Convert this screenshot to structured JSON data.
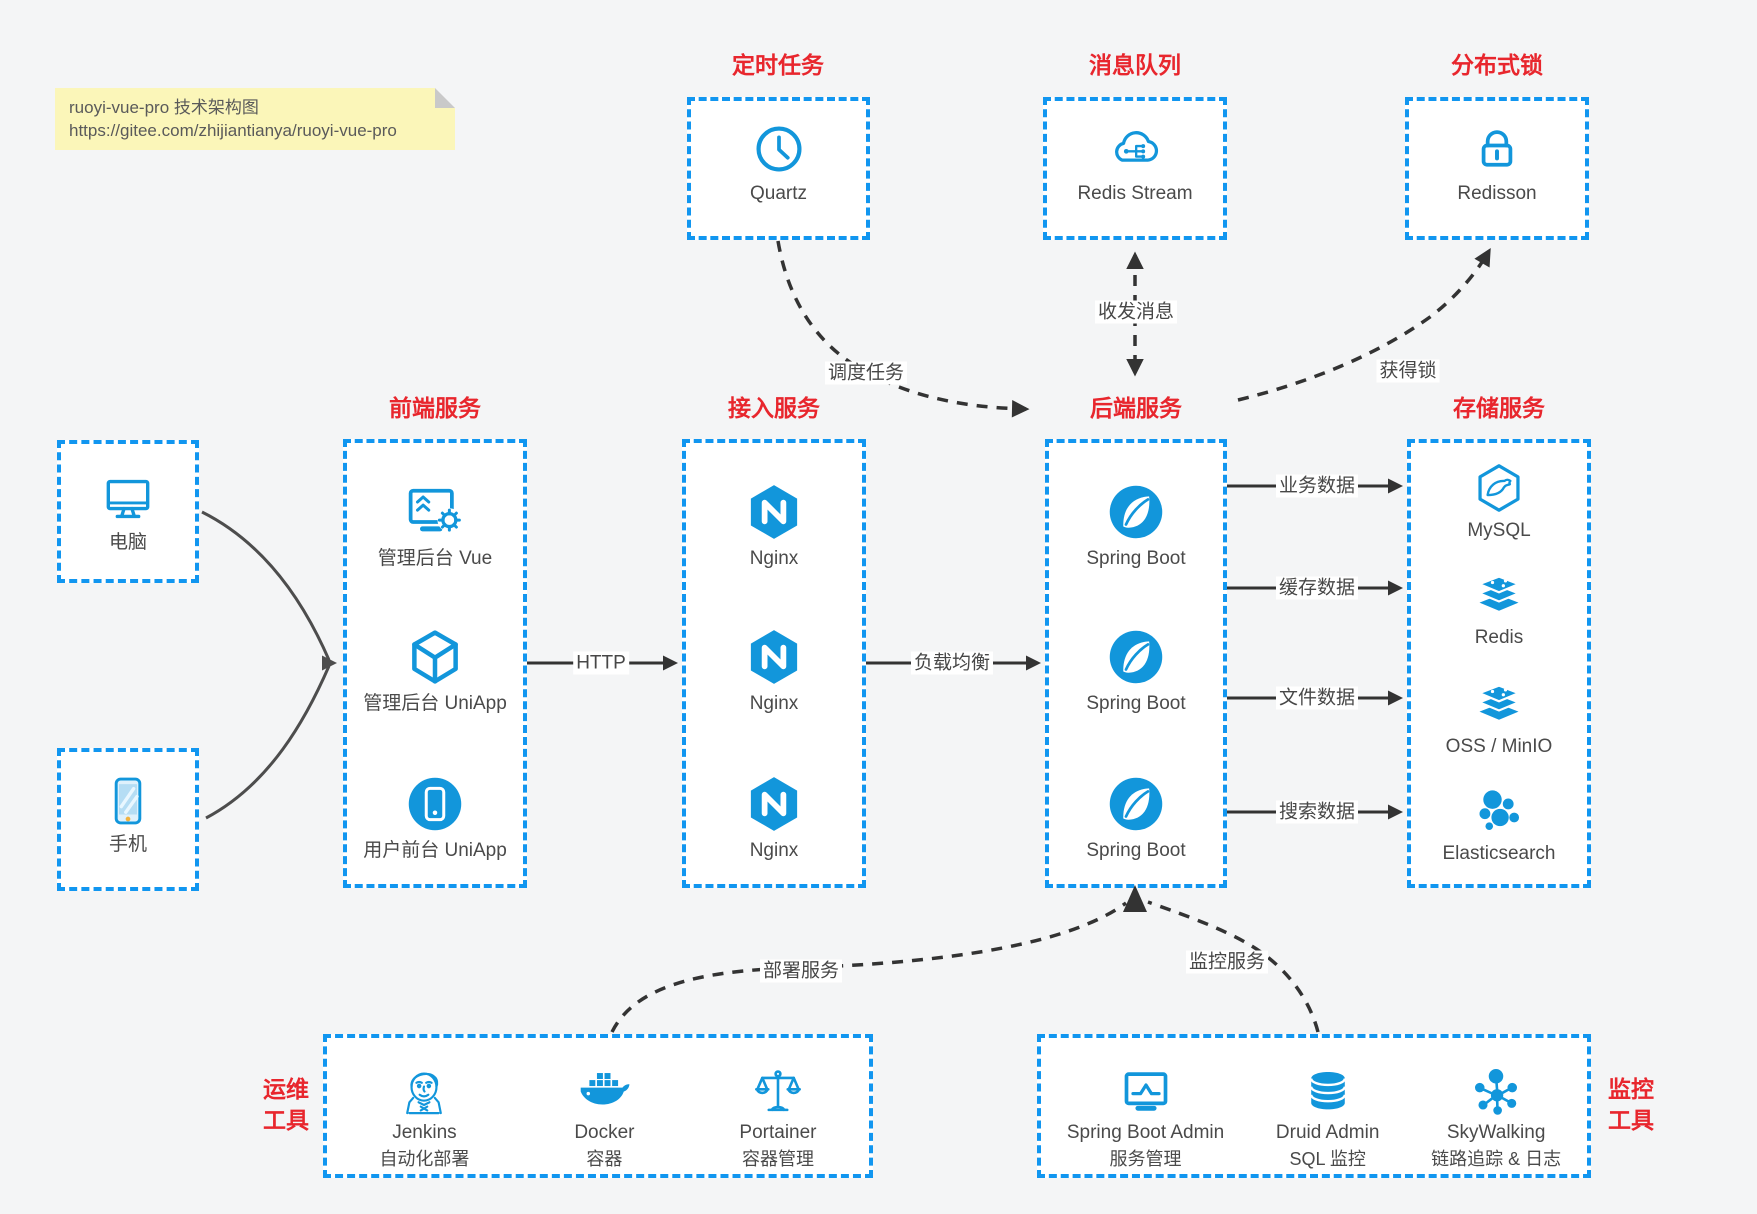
{
  "colors": {
    "accent_blue": "#1296db",
    "border_blue": "#1196f0",
    "title_red": "#e8262d",
    "arrow_dark": "#333333",
    "arrow_gray": "#4d4d4d",
    "note_bg": "#fbf6b9",
    "canvas_bg": "#f4f5f6"
  },
  "note": {
    "line1": "ruoyi-vue-pro 技术架构图",
    "line2": "https://gitee.com/zhijiantianya/ruoyi-vue-pro"
  },
  "top_groups": [
    {
      "title": "定时任务",
      "items": [
        {
          "icon": "clock-icon",
          "label": "Quartz"
        }
      ]
    },
    {
      "title": "消息队列",
      "items": [
        {
          "icon": "cloud-network-icon",
          "label": "Redis Stream"
        }
      ]
    },
    {
      "title": "分布式锁",
      "items": [
        {
          "icon": "lock-icon",
          "label": "Redisson"
        }
      ]
    }
  ],
  "clients": [
    {
      "icon": "desktop-icon",
      "label": "电脑"
    },
    {
      "icon": "smartphone-icon",
      "label": "手机"
    }
  ],
  "main_groups": [
    {
      "title": "前端服务",
      "items": [
        {
          "icon": "admin-vue-icon",
          "label": "管理后台 Vue"
        },
        {
          "icon": "uniapp-cube-icon",
          "label": "管理后台 UniApp"
        },
        {
          "icon": "user-app-icon",
          "label": "用户前台 UniApp"
        }
      ]
    },
    {
      "title": "接入服务",
      "items": [
        {
          "icon": "nginx-icon",
          "label": "Nginx"
        },
        {
          "icon": "nginx-icon",
          "label": "Nginx"
        },
        {
          "icon": "nginx-icon",
          "label": "Nginx"
        }
      ]
    },
    {
      "title": "后端服务",
      "items": [
        {
          "icon": "spring-boot-icon",
          "label": "Spring Boot"
        },
        {
          "icon": "spring-boot-icon",
          "label": "Spring Boot"
        },
        {
          "icon": "spring-boot-icon",
          "label": "Spring Boot"
        }
      ]
    },
    {
      "title": "存储服务",
      "items": [
        {
          "icon": "mysql-icon",
          "label": "MySQL"
        },
        {
          "icon": "redis-stack-icon",
          "label": "Redis"
        },
        {
          "icon": "storage-stack-icon",
          "label": "OSS / MinIO"
        },
        {
          "icon": "elasticsearch-icon",
          "label": "Elasticsearch"
        }
      ]
    }
  ],
  "bottom_groups": [
    {
      "side_line1": "运维",
      "side_line2": "工具",
      "items": [
        {
          "icon": "jenkins-icon",
          "name": "Jenkins",
          "desc": "自动化部署"
        },
        {
          "icon": "docker-icon",
          "name": "Docker",
          "desc": "容器"
        },
        {
          "icon": "portainer-icon",
          "name": "Portainer",
          "desc": "容器管理"
        }
      ]
    },
    {
      "side_line1": "监控",
      "side_line2": "工具",
      "items": [
        {
          "icon": "sba-icon",
          "name": "Spring Boot Admin",
          "desc": "服务管理"
        },
        {
          "icon": "druid-icon",
          "name": "Druid Admin",
          "desc": "SQL 监控"
        },
        {
          "icon": "skywalking-icon",
          "name": "SkyWalking",
          "desc": "链路追踪 & 日志"
        }
      ]
    }
  ],
  "edges": {
    "http": "HTTP",
    "load_balance": "负载均衡",
    "schedule_task": "调度任务",
    "send_receive_message": "收发消息",
    "acquire_lock": "获得锁",
    "business_data": "业务数据",
    "cache_data": "缓存数据",
    "file_data": "文件数据",
    "search_data": "搜索数据",
    "deploy_service": "部署服务",
    "monitor_service": "监控服务"
  }
}
